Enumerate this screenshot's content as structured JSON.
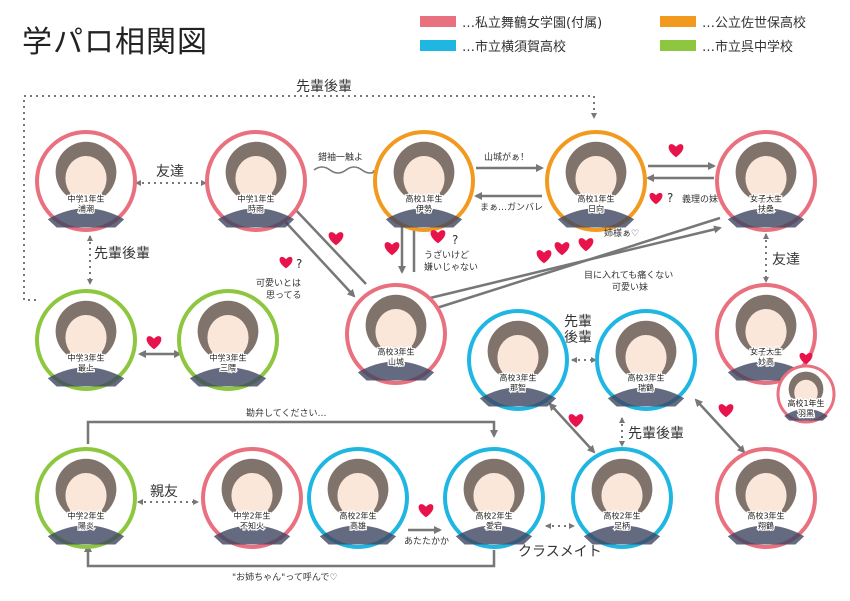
{
  "title": "学パロ相関図",
  "legend": [
    {
      "color": "#e9707f",
      "label": "…私立舞鶴女学園(付属)"
    },
    {
      "color": "#1fb6e2",
      "label": "…市立横須賀高校"
    },
    {
      "color": "#f29a1f",
      "label": "…公立佐世保高校"
    },
    {
      "color": "#8dc63f",
      "label": "…市立呉中学校"
    }
  ],
  "colors": {
    "pink": "#e9707f",
    "blue": "#1fb6e2",
    "orange": "#f29a1f",
    "green": "#8dc63f",
    "arrow": "#777777",
    "heart": "#e8134b"
  },
  "characters": {
    "urakaze": {
      "line1": "中学1年生",
      "line2": "浦潮",
      "school": "pink"
    },
    "shigure": {
      "line1": "中学1年生",
      "line2": "時雨",
      "school": "pink"
    },
    "ise": {
      "line1": "高校1年生",
      "line2": "伊勢",
      "school": "orange"
    },
    "hyuga": {
      "line1": "高校1年生",
      "line2": "日向",
      "school": "orange"
    },
    "fuso": {
      "line1": "女子大生",
      "line2": "扶桑",
      "school": "pink"
    },
    "mogami": {
      "line1": "中学3年生",
      "line2": "最上",
      "school": "green"
    },
    "mikuma": {
      "line1": "中学3年生",
      "line2": "三隈",
      "school": "green"
    },
    "yamashiro": {
      "line1": "高校3年生",
      "line2": "山城",
      "school": "pink"
    },
    "nachi": {
      "line1": "高校3年生",
      "line2": "那智",
      "school": "blue"
    },
    "zuikaku": {
      "line1": "高校3年生",
      "line2": "瑞鶴",
      "school": "blue"
    },
    "myoko": {
      "line1": "女子大生",
      "line2": "妙高",
      "school": "pink"
    },
    "haguro": {
      "line1": "高校1年生",
      "line2": "羽黒",
      "school": "pink"
    },
    "kagero": {
      "line1": "中学2年生",
      "line2": "陽炎",
      "school": "green"
    },
    "shiranui": {
      "line1": "中学2年生",
      "line2": "不知火",
      "school": "pink"
    },
    "takao": {
      "line1": "高校2年生",
      "line2": "高雄",
      "school": "blue"
    },
    "atago": {
      "line1": "高校2年生",
      "line2": "愛宕",
      "school": "blue"
    },
    "ashigara": {
      "line1": "高校2年生",
      "line2": "足柄",
      "school": "blue"
    },
    "shokaku": {
      "line1": "高校3年生",
      "line2": "翔鶴",
      "school": "pink"
    }
  },
  "labels": {
    "senpai_top": "先輩後輩",
    "tomodachi1": "友達",
    "kenkyu": "錯袖一触よ",
    "yamashiro_ga": "山城がぁ！",
    "maa": "まぁ…ガンバレ",
    "giri_no_imouto": "義理の妹",
    "oneesama": "姉様ぁ♡",
    "senpai_left": "先輩後輩",
    "kawaii1": "可愛いとは",
    "kawaii2": "思ってる",
    "uzai1": "うざいけど",
    "uzai2": "嫌いじゃない",
    "me1": "目に入れても痛くない",
    "me2": "可愛い妹",
    "tomodachi2": "友達",
    "senpai_mid1": "先輩",
    "senpai_mid2": "後輩",
    "senpai_right": "先輩後輩",
    "kanben": "勘弁してください…",
    "shinyu": "親友",
    "atatakaka": "あたたかか",
    "classmate": "クラスメイト",
    "oneechan": "\"お姉ちゃん\"って呼んで♡",
    "question": "?"
  }
}
